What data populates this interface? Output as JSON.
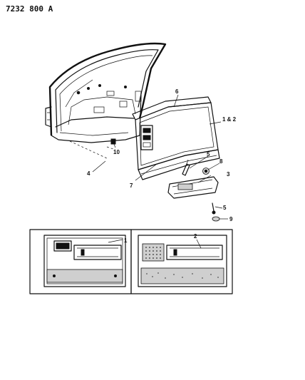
{
  "document": {
    "code": "7232 800 A"
  },
  "callouts": {
    "c1": "1",
    "c1and2": "1 & 2",
    "c2": "2",
    "c3": "3",
    "c4": "4",
    "c5a": "5",
    "c5b": "5",
    "c6": "6",
    "c7": "7",
    "c8": "8",
    "c9": "9",
    "c10": "10"
  }
}
